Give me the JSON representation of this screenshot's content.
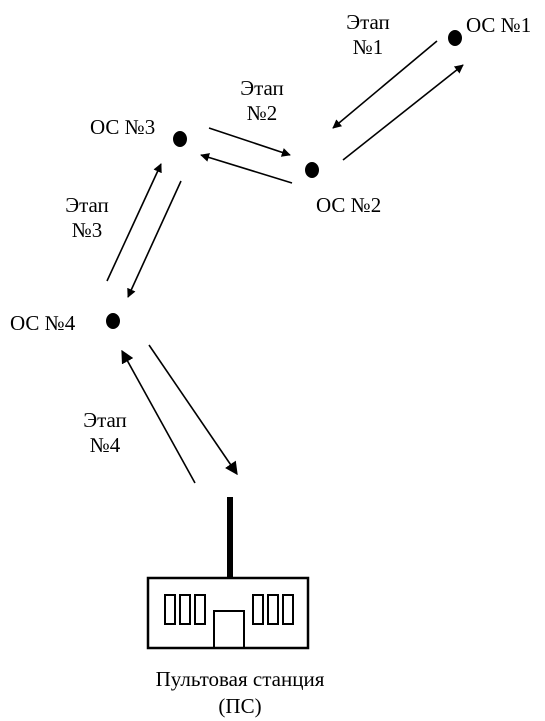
{
  "nodes": {
    "os1": "ОС №1",
    "os2": "ОС №2",
    "os3": "ОС №3",
    "os4": "ОС №4"
  },
  "stages": {
    "s1": {
      "word": "Этап",
      "num": "№1"
    },
    "s2": {
      "word": "Этап",
      "num": "№2"
    },
    "s3": {
      "word": "Этап",
      "num": "№3"
    },
    "s4": {
      "word": "Этап",
      "num": "№4"
    }
  },
  "station": {
    "line1": "Пультовая станция",
    "line2": "(ПС)"
  },
  "colors": {
    "ink": "#000000",
    "background": "#ffffff"
  }
}
